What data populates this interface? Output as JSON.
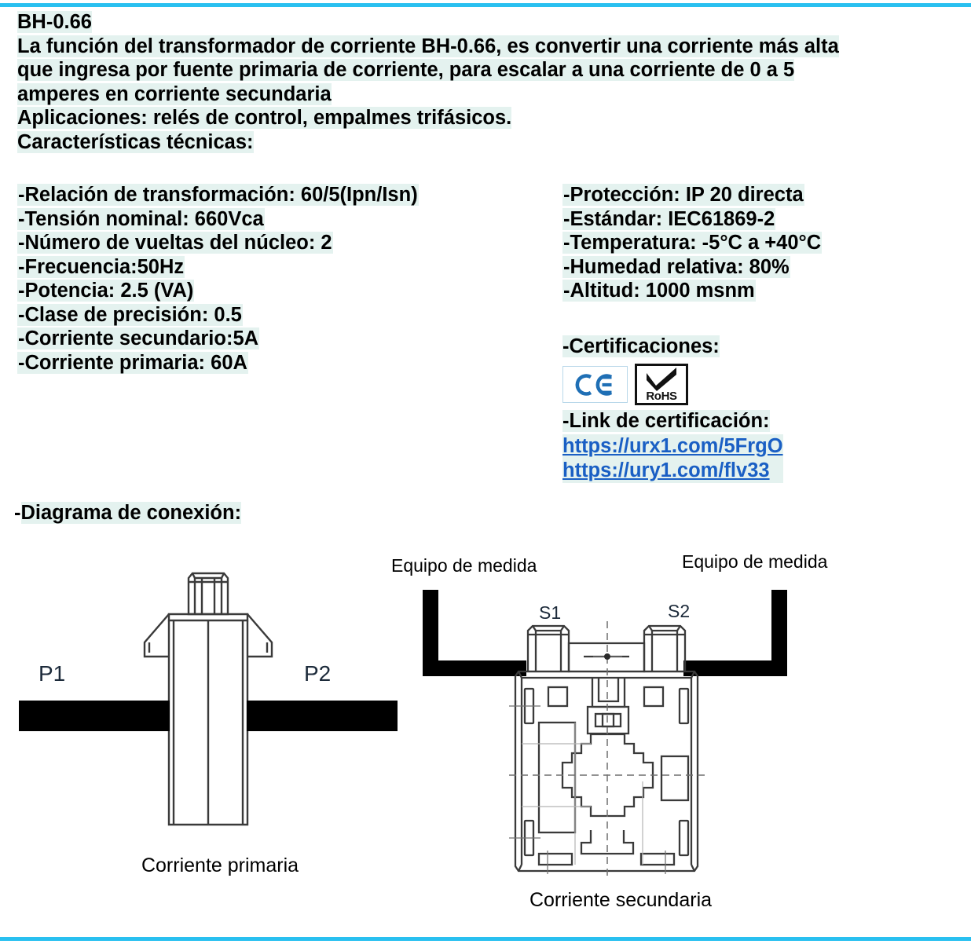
{
  "colors": {
    "rule": "#29c0f0",
    "highlight": "#e4f2ef",
    "link": "#1a5fc4",
    "ce_blue": "#1f6fb5"
  },
  "header": {
    "model": "BH-0.66",
    "description_line1": "La función del transformador de corriente BH-0.66, es convertir una corriente más alta",
    "description_line2": "que ingresa por fuente primaria de corriente, para escalar a una corriente de 0 a 5",
    "description_line3": "amperes en corriente secundaria",
    "applications": "Aplicaciones: relés de control, empalmes trifásicos.",
    "specs_title": "Características técnicas:"
  },
  "specs_left": [
    "-Relación de transformación: 60/5(Ipn/Isn)",
    "-Tensión nominal: 660Vca",
    "-Número de vueltas del núcleo: 2",
    "-Frecuencia:50Hz",
    "-Potencia: 2.5 (VA)",
    "-Clase de precisión: 0.5",
    "-Corriente secundario:5A",
    "-Corriente primaria: 60A"
  ],
  "specs_right": [
    "-Protección: IP 20 directa",
    "-Estándar: IEC61869-2",
    "-Temperatura: -5°C a +40°C",
    "-Humedad relativa: 80%",
    "-Altitud: 1000 msnm"
  ],
  "certifications": {
    "label": "-Certificaciones:",
    "ce_logo_text": "CE",
    "rohs_logo_text": "RoHS",
    "link_label": "-Link de certificación:",
    "links": [
      "https://urx1.com/5FrgO",
      "https://ury1.com/flv33"
    ]
  },
  "diagram": {
    "title": "-Diagrama de conexión:",
    "left": {
      "label_p1": "P1",
      "label_p2": "P2",
      "caption": "Corriente primaria"
    },
    "right": {
      "label_equipo_left": "Equipo de medida",
      "label_equipo_right": "Equipo de medida",
      "label_s1": "S1",
      "label_s2": "S2",
      "caption": "Corriente secundaria"
    }
  }
}
